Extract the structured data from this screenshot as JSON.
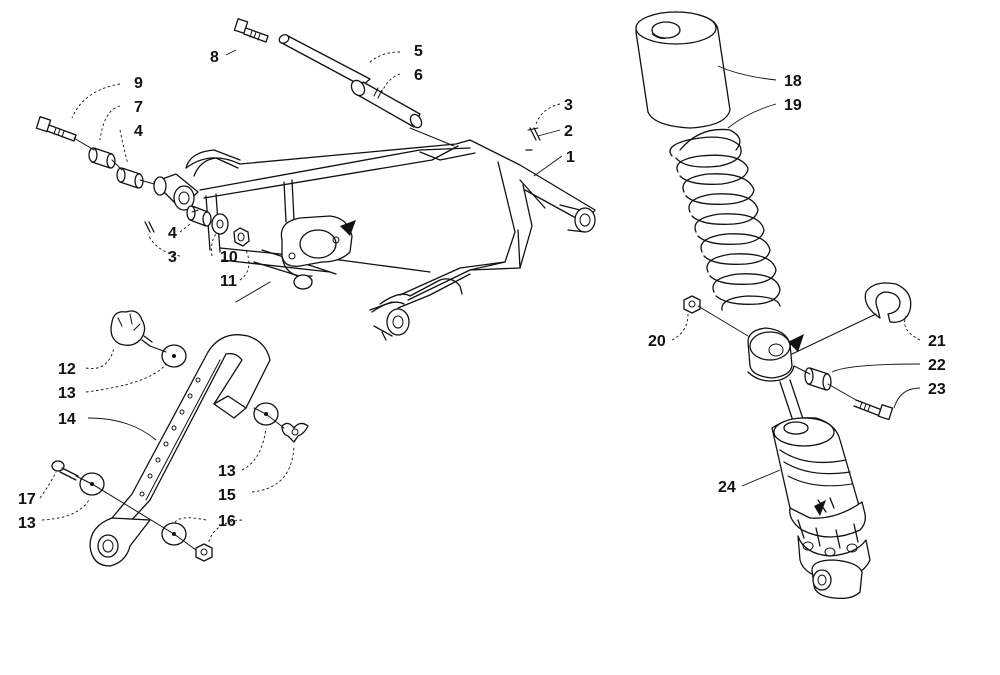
{
  "callouts": [
    {
      "id": "c1",
      "text": "1"
    },
    {
      "id": "c2",
      "text": "2"
    },
    {
      "id": "c3a",
      "text": "3"
    },
    {
      "id": "c3b",
      "text": "3"
    },
    {
      "id": "c4a",
      "text": "4"
    },
    {
      "id": "c4b",
      "text": "4"
    },
    {
      "id": "c5",
      "text": "5"
    },
    {
      "id": "c6",
      "text": "6"
    },
    {
      "id": "c7",
      "text": "7"
    },
    {
      "id": "c8",
      "text": "8"
    },
    {
      "id": "c9",
      "text": "9"
    },
    {
      "id": "c10",
      "text": "10"
    },
    {
      "id": "c11",
      "text": "11"
    },
    {
      "id": "c12",
      "text": "12"
    },
    {
      "id": "c13a",
      "text": "13"
    },
    {
      "id": "c13b",
      "text": "13"
    },
    {
      "id": "c13c",
      "text": "13"
    },
    {
      "id": "c14",
      "text": "14"
    },
    {
      "id": "c15",
      "text": "15"
    },
    {
      "id": "c16",
      "text": "16"
    },
    {
      "id": "c17",
      "text": "17"
    },
    {
      "id": "c18",
      "text": "18"
    },
    {
      "id": "c19",
      "text": "19"
    },
    {
      "id": "c20",
      "text": "20"
    },
    {
      "id": "c21",
      "text": "21"
    },
    {
      "id": "c22",
      "text": "22"
    },
    {
      "id": "c23",
      "text": "23"
    },
    {
      "id": "c24",
      "text": "24"
    }
  ]
}
